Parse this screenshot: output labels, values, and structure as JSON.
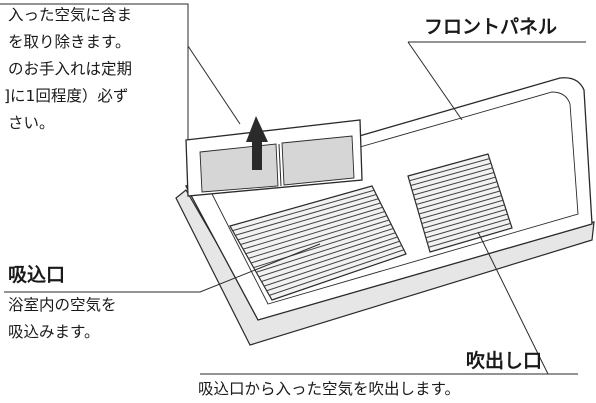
{
  "filter_callout": {
    "lines": [
      "入った空気に含ま",
      "を取り除きます。",
      "のお手入れは定期",
      "]に1回程度）必ず",
      "さい。"
    ]
  },
  "front_panel": {
    "title": "フロントパネル"
  },
  "intake": {
    "title": "吸込口",
    "lines": [
      "浴室内の空気を",
      "吸込みます。"
    ]
  },
  "outlet": {
    "title": "吹出し口",
    "description": "吸込口から入った空気を吹出します。"
  },
  "colors": {
    "line": "#2a2a2a",
    "panel_fill": "#ffffff",
    "shade": "#e6e6e6",
    "filter_fill": "#d6d6d6",
    "grille_line": "#444444"
  }
}
